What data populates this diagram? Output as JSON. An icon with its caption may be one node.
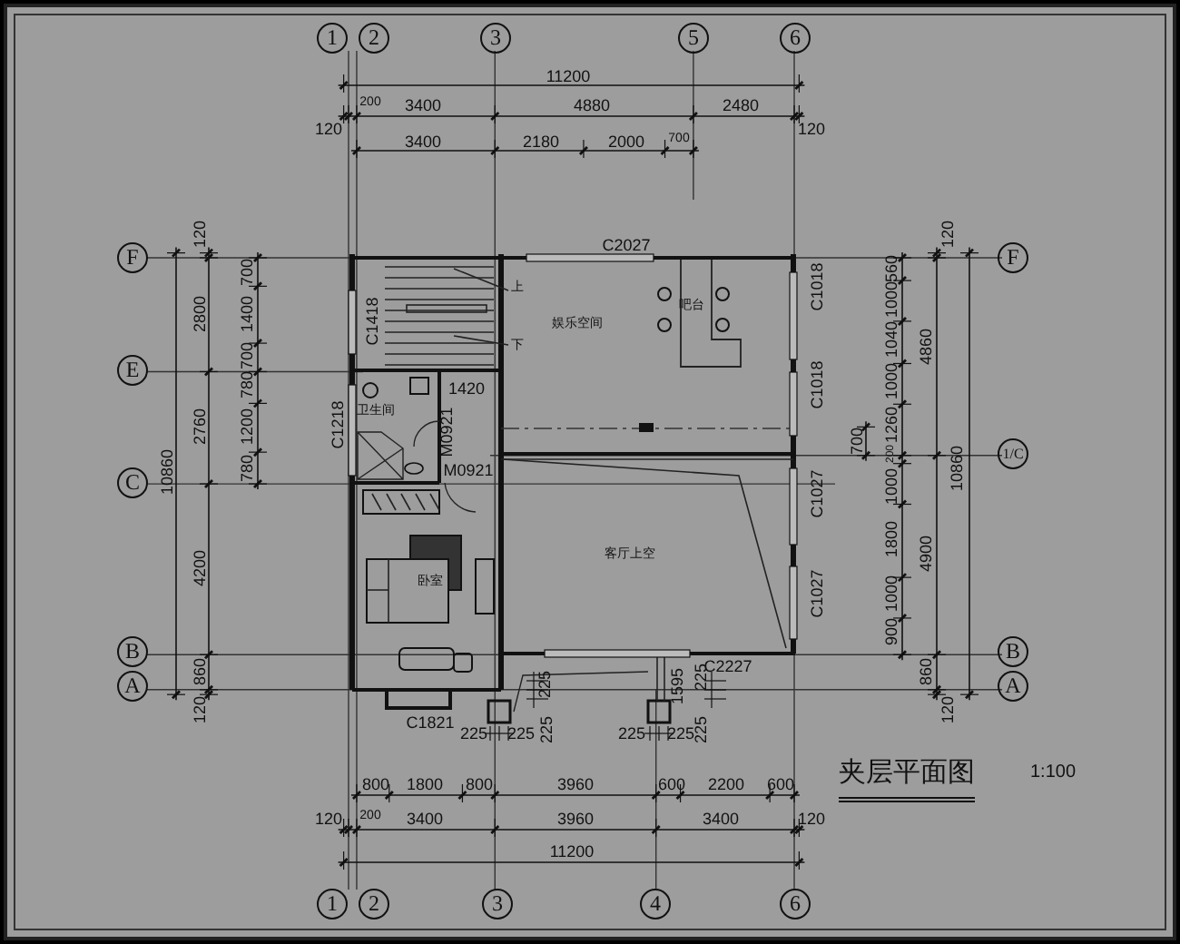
{
  "diagram": {
    "title": "夹层平面图",
    "labels": [
      "11200",
      "120",
      "200",
      "3400",
      "4880",
      "2480",
      "120",
      "3400",
      "2180",
      "2000",
      "700",
      "1",
      "2",
      "3",
      "5",
      "6",
      "F",
      "E",
      "C",
      "B",
      "A",
      "120",
      "2800",
      "2760",
      "10860",
      "4200",
      "860",
      "120",
      "700",
      "1400",
      "700",
      "780",
      "1200",
      "780",
      "F",
      "1/C",
      "B",
      "A",
      "560",
      "1000",
      "1040",
      "1000",
      "1260",
      "200",
      "1000",
      "1800",
      "1000",
      "900",
      "700",
      "120",
      "4860",
      "10860",
      "4900",
      "860",
      "120",
      "C2027",
      "C1418",
      "上",
      "下",
      "娱乐空间",
      "吧台",
      "C1018",
      "卫生间",
      "1420",
      "C1218",
      "M0921",
      "C1018",
      "M0921",
      "C1027",
      "卧室",
      "客厅上空",
      "C1027",
      "C2227",
      "225",
      "1595",
      "225",
      "C1821",
      "225",
      "225",
      "225",
      "225",
      "225",
      "225",
      "800",
      "1800",
      "800",
      "3960",
      "600",
      "2200",
      "600",
      "120",
      "200",
      "3400",
      "3960",
      "3400",
      "120",
      "11200",
      "1",
      "2",
      "3",
      "4",
      "6",
      "1:100"
    ]
  }
}
